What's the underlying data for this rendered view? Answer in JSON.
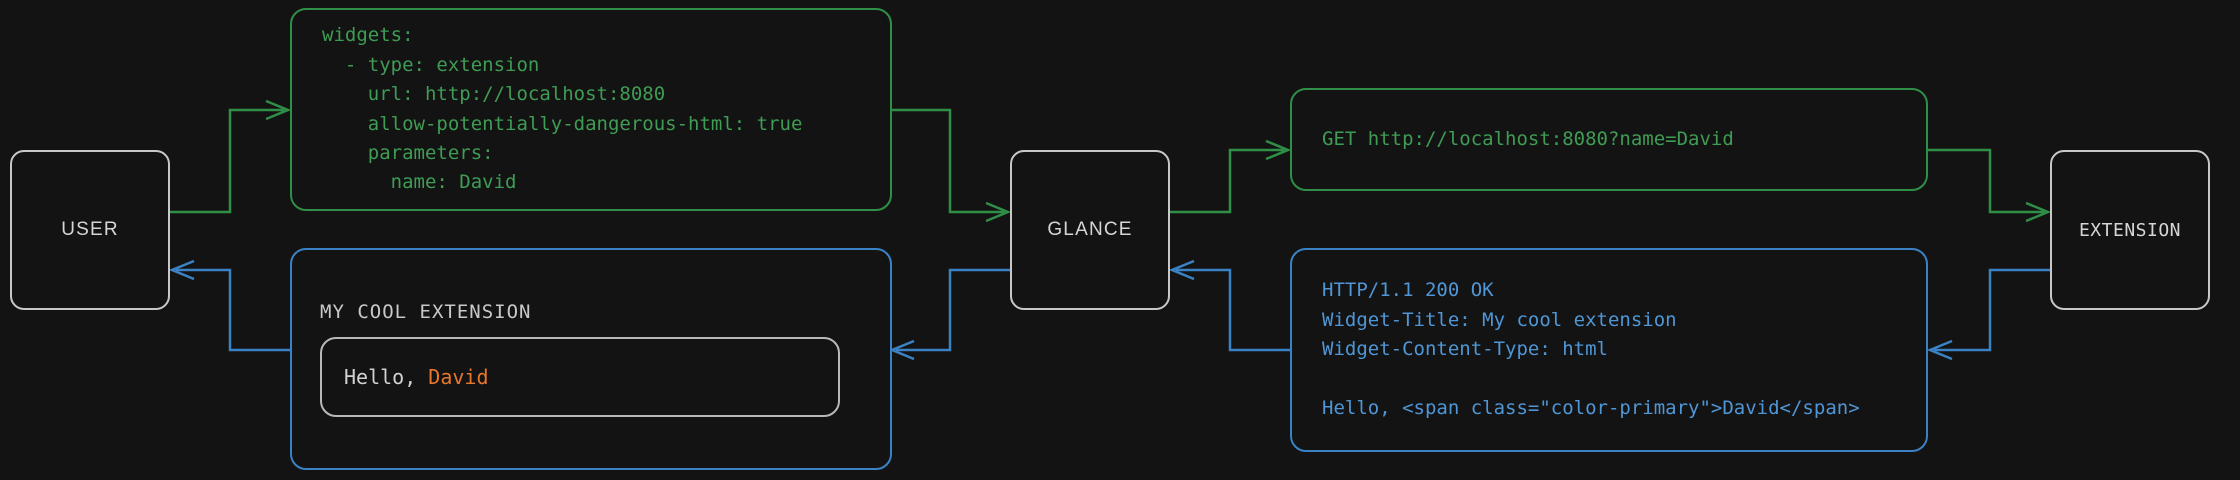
{
  "theme": {
    "background": "#131313",
    "node_border": "#c8c8c8",
    "node_text": "#d6d6d6",
    "request_color": "#3f9c54",
    "response_color": "#4f96d6",
    "accent_color": "#e8762c",
    "widget_text": "#d2d2d2"
  },
  "nodes": {
    "user": {
      "label": "USER"
    },
    "glance": {
      "label": "GLANCE"
    },
    "extension": {
      "label": "EXTENSION"
    }
  },
  "panels": {
    "config": {
      "color": "#3f9c54",
      "text": "widgets:\n  - type: extension\n    url: http://localhost:8080\n    allow-potentially-dangerous-html: true\n    parameters:\n      name: David"
    },
    "request": {
      "color": "#3f9c54",
      "text": "GET http://localhost:8080?name=David"
    },
    "response": {
      "color": "#4f96d6",
      "text": "HTTP/1.1 200 OK\nWidget-Title: My cool extension\nWidget-Content-Type: html\n\nHello, <span class=\"color-primary\">David</span>"
    },
    "widget": {
      "color": "#4f96d6",
      "title": "MY COOL EXTENSION",
      "greeting": "Hello, ",
      "name": "David"
    }
  },
  "edges": [
    {
      "name": "user-to-config",
      "kind": "request",
      "color": "#2f8f46"
    },
    {
      "name": "config-to-glance",
      "kind": "request",
      "color": "#2f8f46"
    },
    {
      "name": "glance-to-request",
      "kind": "request",
      "color": "#2f8f46"
    },
    {
      "name": "request-to-extension",
      "kind": "request",
      "color": "#2f8f46"
    },
    {
      "name": "extension-to-response",
      "kind": "response",
      "color": "#3b82c4"
    },
    {
      "name": "response-to-glance",
      "kind": "response",
      "color": "#3b82c4"
    },
    {
      "name": "glance-to-widget",
      "kind": "response",
      "color": "#3b82c4"
    },
    {
      "name": "widget-to-user",
      "kind": "response",
      "color": "#3b82c4"
    }
  ]
}
